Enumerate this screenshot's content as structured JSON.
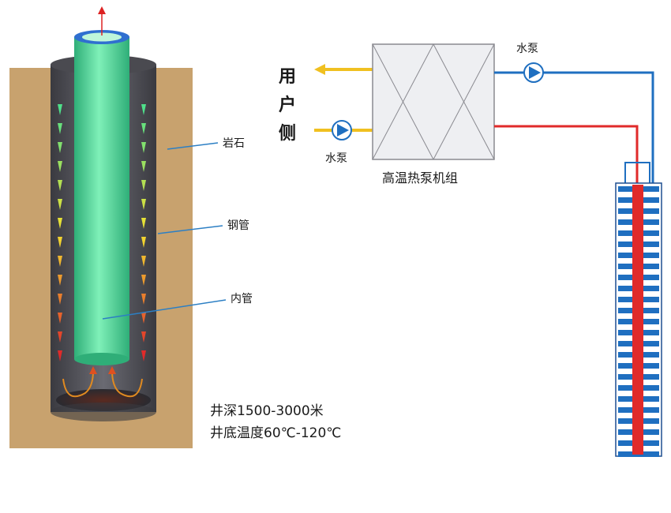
{
  "left_diagram": {
    "labels": {
      "rock": "岩石",
      "steel_pipe": "钢管",
      "inner_pipe": "内管"
    },
    "notes": {
      "depth": "井深1500-3000米",
      "bottom_temp": "井底温度60℃-120℃"
    }
  },
  "right_diagram": {
    "user_side": [
      "用",
      "户",
      "侧"
    ],
    "pump_label_left": "水泵",
    "pump_label_right": "水泵",
    "unit_label": "高温热泵机组"
  },
  "colors": {
    "soil": "#c8a26e",
    "steel": "#58585e",
    "inner_pipe": "#58d89a",
    "inner_pipe_rim": "#2f6fd0",
    "hot": "#e02a2a",
    "cold": "#1f6fc0",
    "supply": "#f0c020",
    "leader": "#2c7fc4"
  }
}
